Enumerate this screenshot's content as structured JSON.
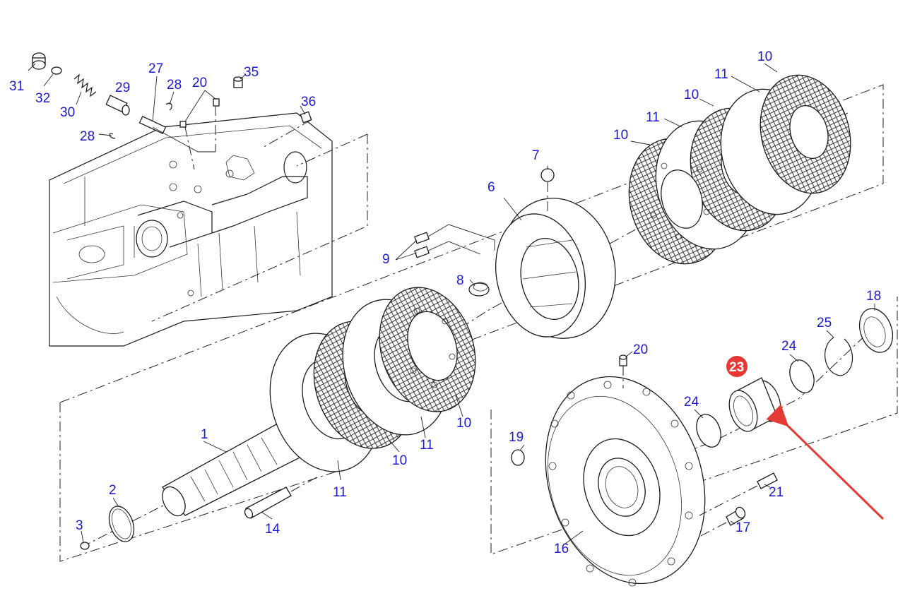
{
  "diagram": {
    "highlight_color": "#e53935",
    "label_color": "#1a1acc",
    "arrow_color": "#e53935",
    "callouts": [
      {
        "id": "31",
        "text": "31"
      },
      {
        "id": "32",
        "text": "32"
      },
      {
        "id": "30",
        "text": "30"
      },
      {
        "id": "29",
        "text": "29"
      },
      {
        "id": "27",
        "text": "27"
      },
      {
        "id": "28a",
        "text": "28"
      },
      {
        "id": "28b",
        "text": "28"
      },
      {
        "id": "20a",
        "text": "20"
      },
      {
        "id": "35",
        "text": "35"
      },
      {
        "id": "36",
        "text": "36"
      },
      {
        "id": "7",
        "text": "7"
      },
      {
        "id": "6",
        "text": "6"
      },
      {
        "id": "9",
        "text": "9"
      },
      {
        "id": "8",
        "text": "8"
      },
      {
        "id": "10a",
        "text": "10"
      },
      {
        "id": "11a",
        "text": "11"
      },
      {
        "id": "10b",
        "text": "10"
      },
      {
        "id": "11b",
        "text": "11"
      },
      {
        "id": "10c",
        "text": "10"
      },
      {
        "id": "18",
        "text": "18"
      },
      {
        "id": "25",
        "text": "25"
      },
      {
        "id": "24a",
        "text": "24"
      },
      {
        "id": "23",
        "text": "23"
      },
      {
        "id": "20b",
        "text": "20"
      },
      {
        "id": "24b",
        "text": "24"
      },
      {
        "id": "19",
        "text": "19"
      },
      {
        "id": "21",
        "text": "21"
      },
      {
        "id": "17",
        "text": "17"
      },
      {
        "id": "16",
        "text": "16"
      },
      {
        "id": "1",
        "text": "1"
      },
      {
        "id": "2",
        "text": "2"
      },
      {
        "id": "3",
        "text": "3"
      },
      {
        "id": "14",
        "text": "14"
      },
      {
        "id": "11c",
        "text": "11"
      },
      {
        "id": "10d",
        "text": "10"
      },
      {
        "id": "11d",
        "text": "11"
      },
      {
        "id": "10e",
        "text": "10"
      }
    ],
    "highlighted_part": "23"
  }
}
